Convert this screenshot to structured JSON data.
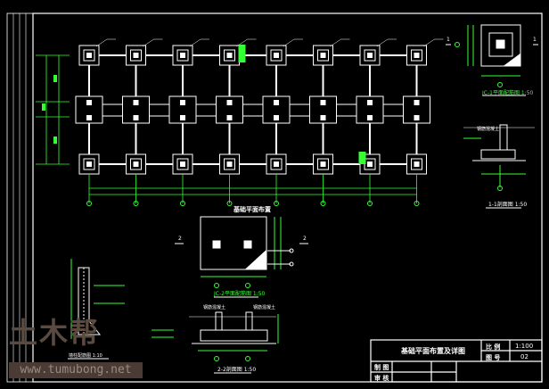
{
  "drawing": {
    "plan_title": "基础平面布置",
    "jc1_title": "JC-1平面配筋图 1:50",
    "jc2_title": "JC-2平面配筋图 1:50",
    "sec1_title": "1-1剖面图 1:50",
    "sec2_title": "2-2剖面图 1:50",
    "detail_title": "墙柱配筋图 1:10",
    "concrete_note": "钢筋混凝土",
    "section_mark_1": "1",
    "section_mark_2": "2",
    "colors": {
      "line": "#ffffff",
      "dim": "#33ff33",
      "bg": "#000000"
    }
  },
  "title_block": {
    "drawing_name": "基础平面布置及详图",
    "scale_label": "比 例",
    "scale_value": "1:100",
    "number_label": "图 号",
    "number_value": "02",
    "drawn_label": "制 图",
    "check_label": "审 核"
  },
  "watermark": {
    "logo": "土木帮",
    "url": "www.tumubong.net"
  }
}
